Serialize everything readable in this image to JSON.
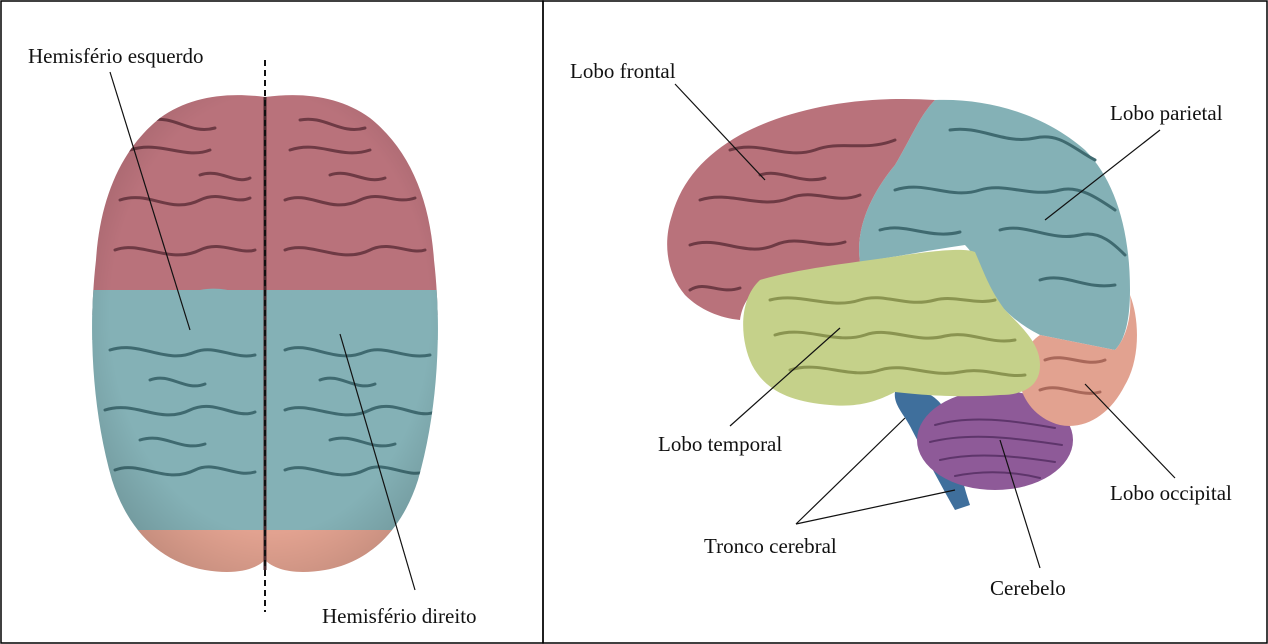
{
  "colors": {
    "frontal": "#b9727b",
    "parietal": "#84b1b6",
    "temporal": "#c5d18a",
    "occipital": "#e2a290",
    "cerebellum": "#8e5a98",
    "brainstem": "#3f6f9c"
  },
  "left_panel": {
    "labels": {
      "left_hemisphere": "Hemisfério esquerdo",
      "right_hemisphere": "Hemisfério direito"
    }
  },
  "right_panel": {
    "labels": {
      "frontal": "Lobo frontal",
      "parietal": "Lobo parietal",
      "temporal": "Lobo temporal",
      "occipital": "Lobo occipital",
      "brainstem": "Tronco cerebral",
      "cerebellum": "Cerebelo"
    }
  }
}
